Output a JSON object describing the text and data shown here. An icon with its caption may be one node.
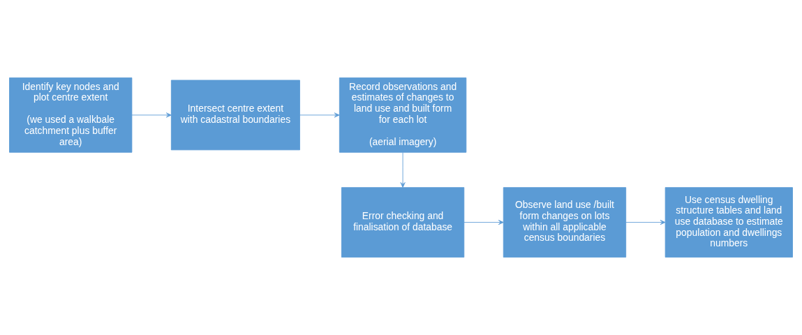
{
  "diagram": {
    "nodes": [
      {
        "text": [
          "Identify key nodes and plot centre extent",
          "(we used a walkbale catchment plus buffer area)"
        ]
      },
      {
        "text": [
          "Intersect centre extent with cadastral boundaries"
        ]
      },
      {
        "text": [
          "Record observations and estimates of changes to land use and built form for each lot",
          "(aerial imagery)"
        ]
      },
      {
        "text": [
          "Error checking and finalisation of database"
        ]
      },
      {
        "text": [
          "Observe land use /built form changes on lots within all applicable census boundaries"
        ]
      },
      {
        "text": [
          "Use census dwelling structure tables and land use database to estimate population and dwellings numbers"
        ]
      }
    ],
    "edges": [
      {
        "from": 0,
        "to": 1,
        "arrow": "to"
      },
      {
        "from": 1,
        "to": 2,
        "arrow": "to"
      },
      {
        "from": 2,
        "to": 3,
        "arrow": "to"
      },
      {
        "from": 3,
        "to": 4,
        "arrow": "to"
      },
      {
        "from": 4,
        "to": 5,
        "arrow": "to"
      }
    ]
  }
}
